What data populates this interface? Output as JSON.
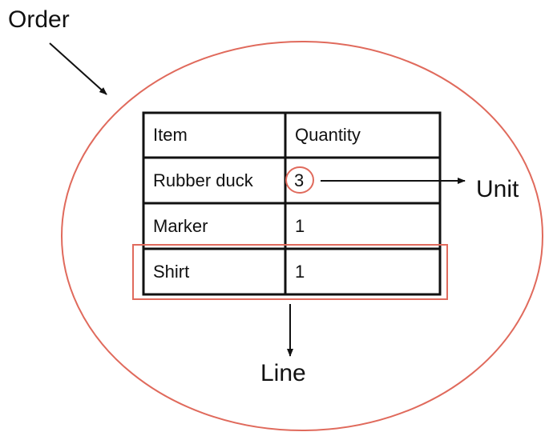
{
  "labels": {
    "order": "Order",
    "unit": "Unit",
    "line": "Line"
  },
  "table": {
    "headers": [
      "Item",
      "Quantity"
    ],
    "rows": [
      [
        "Rubber duck",
        "3"
      ],
      [
        "Marker",
        "1"
      ],
      [
        "Shirt",
        "1"
      ]
    ]
  },
  "colors": {
    "highlight": "#e06a5c",
    "ink": "#111111"
  }
}
